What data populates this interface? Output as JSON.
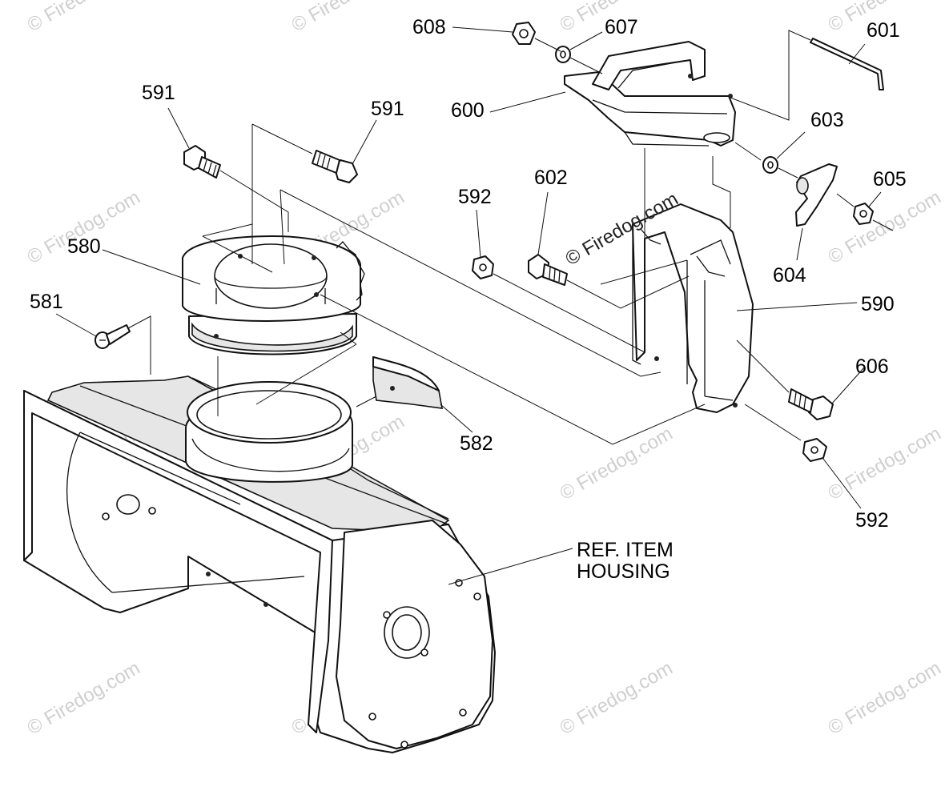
{
  "labels": {
    "l608": "608",
    "l607": "607",
    "l601": "601",
    "l591a": "591",
    "l591b": "591",
    "l600": "600",
    "l603": "603",
    "l602": "602",
    "l592a": "592",
    "l605": "605",
    "l580": "580",
    "l604": "604",
    "l590": "590",
    "l581": "581",
    "l606": "606",
    "l582": "582",
    "l592b": "592"
  },
  "reference": {
    "line1": "REF. ITEM",
    "line2": "HOUSING"
  },
  "watermark": {
    "text": "© Firedog.com"
  }
}
